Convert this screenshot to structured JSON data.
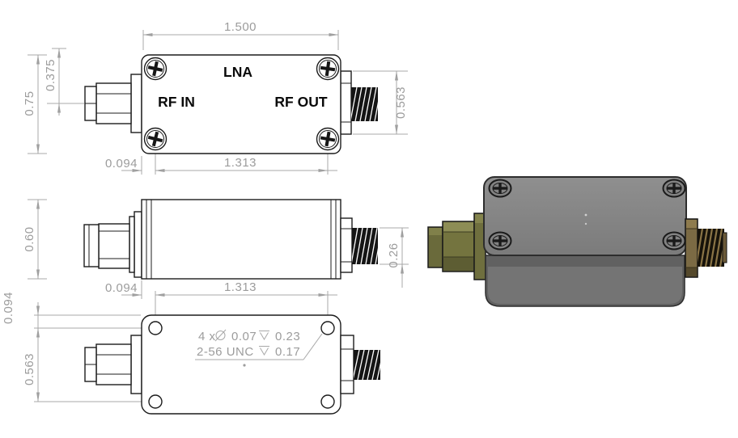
{
  "colors": {
    "drawing_line": "#1c1c1c",
    "dimension_gray": "#9c9c9c",
    "enclosure_gray": "#808080",
    "connector_olive": "#73733f",
    "connector_brass": "#7b6a44",
    "thread_black": "#16120a"
  },
  "top_view": {
    "device_label": "LNA",
    "port_in_label": "RF IN",
    "port_out_label": "RF OUT",
    "dim_length": "1.500",
    "dim_body_width": "0.75",
    "dim_port_offset": "0.375",
    "dim_connector_flange": "0.563",
    "dim_hole_edge_offset": "0.094",
    "dim_hole_span": "1.313"
  },
  "side_view": {
    "dim_body_height": "0.60",
    "dim_thread_od": "0.26",
    "dim_hole_edge_offset": "0.094",
    "dim_hole_span": "1.313"
  },
  "bottom_view": {
    "dim_hole_edge_offset": "0.094",
    "dim_hole_row_span": "0.563",
    "note": {
      "qty_prefix": "4 x",
      "hole_diameter": "0.07",
      "hole_depth": "0.23",
      "thread_spec": "2-56 UNC",
      "thread_depth": "0.17"
    }
  }
}
